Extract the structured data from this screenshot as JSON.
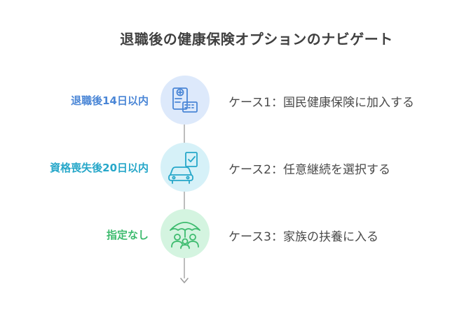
{
  "title": "退職後の健康保険オプションのナビゲート",
  "rows": [
    {
      "label": "退職後14日以内",
      "text": "ケース1：国民健康保険に加入する",
      "label_color": "#4a86d6",
      "circle_color": "#dde9fb",
      "icon_color": "#4a86d6",
      "icon": "medical-form-icon"
    },
    {
      "label": "資格喪失後20日以内",
      "text": "ケース2：任意継続を選択する",
      "label_color": "#26a7c9",
      "circle_color": "#d6f1f8",
      "icon_color": "#26a7c9",
      "icon": "car-document-icon"
    },
    {
      "label": "指定なし",
      "text": "ケース3：家族の扶養に入る",
      "label_color": "#3dbb6e",
      "circle_color": "#d4f4e0",
      "icon_color": "#3dbb6e",
      "icon": "family-umbrella-icon"
    }
  ]
}
